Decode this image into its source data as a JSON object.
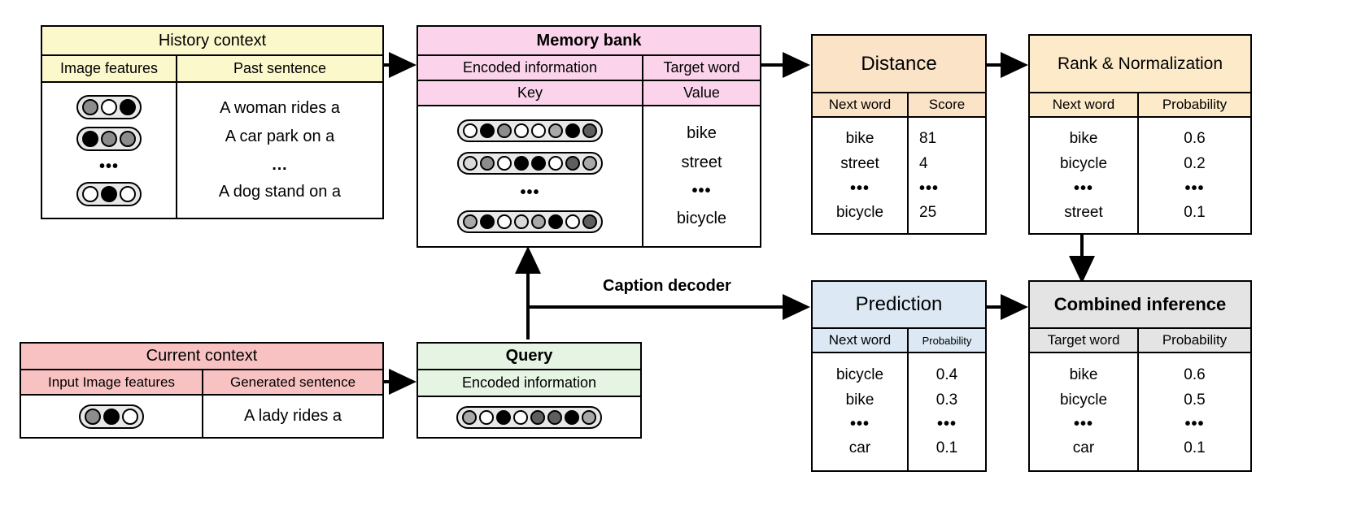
{
  "diagram": {
    "caption_decoder_label": "Caption decoder"
  },
  "history_context": {
    "title": "History context",
    "col_image_features": "Image features",
    "col_past_sentence": "Past sentence",
    "rows": [
      {
        "sentence": "A woman rides a",
        "vector": [
          "gray",
          "white",
          "black"
        ]
      },
      {
        "sentence": "A car park on a",
        "vector": [
          "black",
          "gray",
          "gray"
        ]
      },
      {
        "sentence": "…",
        "vector": null
      },
      {
        "sentence": "A dog stand on a",
        "vector": [
          "white",
          "black",
          "white"
        ]
      }
    ],
    "ellipsis": "•••",
    "bg": "#fbf8cc"
  },
  "memory_bank": {
    "title": "Memory bank",
    "col_encoded_information": "Encoded information",
    "col_target_word": "Target word",
    "col_key": "Key",
    "col_value": "Value",
    "rows": [
      {
        "value": "bike",
        "vector": [
          "white",
          "black",
          "gray",
          "white",
          "white",
          "gray2",
          "black",
          "dgray"
        ]
      },
      {
        "value": "street",
        "vector": [
          "lgray",
          "gray",
          "white",
          "black",
          "black",
          "white",
          "dgray",
          "gray2"
        ]
      },
      {
        "value": "•••",
        "vector": null
      },
      {
        "value": "bicycle",
        "vector": [
          "gray2",
          "black",
          "white",
          "lgray",
          "gray2",
          "black",
          "white",
          "dgray"
        ]
      }
    ],
    "ellipsis": "•••",
    "bg": "#fbd4ec"
  },
  "distance": {
    "title": "Distance",
    "col_next_word": "Next word",
    "col_score": "Score",
    "rows": [
      {
        "word": "bike",
        "score": "81"
      },
      {
        "word": "street",
        "score": "4"
      },
      {
        "word": "•••",
        "score": "•••"
      },
      {
        "word": "bicycle",
        "score": "25"
      }
    ],
    "bg": "#fbe3c7"
  },
  "rank_normalization": {
    "title": "Rank & Normalization",
    "col_next_word": "Next word",
    "col_probability": "Probability",
    "rows": [
      {
        "word": "bike",
        "probability": "0.6"
      },
      {
        "word": "bicycle",
        "probability": "0.2"
      },
      {
        "word": "•••",
        "probability": "•••"
      },
      {
        "word": "street",
        "probability": "0.1"
      }
    ],
    "bg": "#fdeac8"
  },
  "current_context": {
    "title": "Current context",
    "col_input_image_features": "Input Image features",
    "col_generated_sentence": "Generated  sentence",
    "rows": [
      {
        "sentence": "A lady rides a",
        "vector": [
          "gray",
          "black",
          "white"
        ]
      }
    ],
    "bg": "#f8c2c2"
  },
  "query": {
    "title": "Query",
    "col_encoded_information": "Encoded information",
    "vector": [
      "gray2",
      "white",
      "black",
      "white",
      "dgray",
      "dgray",
      "black",
      "gray2"
    ],
    "bg": "#e6f5e3"
  },
  "prediction": {
    "title": "Prediction",
    "col_next_word": "Next word",
    "col_probability": "Probability",
    "rows": [
      {
        "word": "bicycle",
        "probability": "0.4"
      },
      {
        "word": "bike",
        "probability": "0.3"
      },
      {
        "word": "•••",
        "probability": "•••"
      },
      {
        "word": "car",
        "probability": "0.1"
      }
    ],
    "bg": "#dce9f5"
  },
  "combined_inference": {
    "title": "Combined inference",
    "col_target_word": "Target word",
    "col_probability": "Probability",
    "rows": [
      {
        "word": "bike",
        "probability": "0.6"
      },
      {
        "word": "bicycle",
        "probability": "0.5"
      },
      {
        "word": "•••",
        "probability": "•••"
      },
      {
        "word": "car",
        "probability": "0.1"
      }
    ],
    "bg": "#e4e4e4"
  }
}
